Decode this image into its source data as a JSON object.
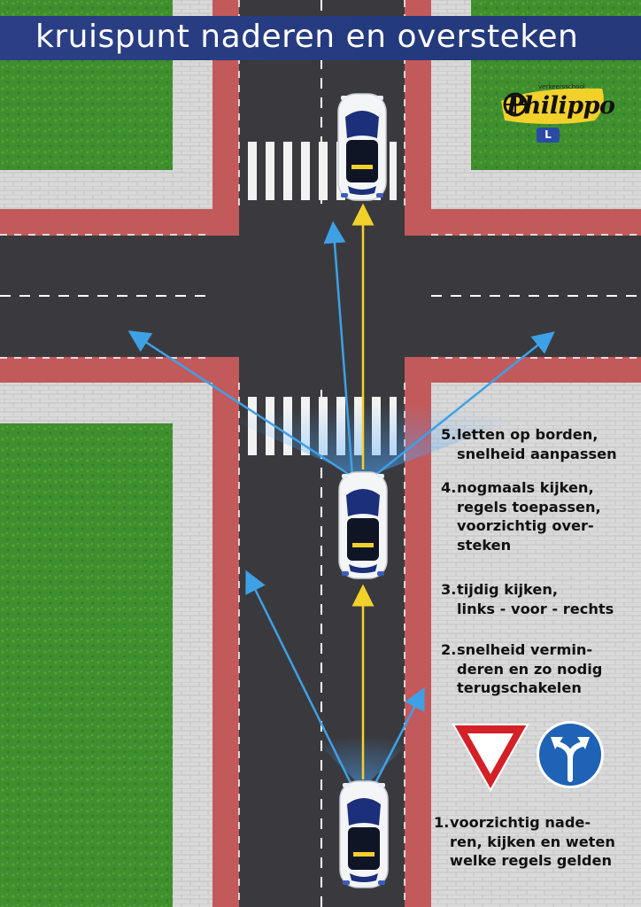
{
  "title": "kruispunt naderen en oversteken",
  "logo": {
    "name": "Philippo",
    "tagline": "verkeersschool",
    "badge_letter": "L"
  },
  "steps": [
    {
      "number": "5.",
      "lines": [
        "letten op borden,",
        "snelheid aanpassen"
      ]
    },
    {
      "number": "4.",
      "lines": [
        "nogmaals kijken,",
        "regels toepassen,",
        "voorzichtig over-",
        "steken"
      ]
    },
    {
      "number": "3.",
      "lines": [
        "tijdig kijken,",
        "links - voor - rechts"
      ]
    },
    {
      "number": "2.",
      "lines": [
        "snelheid vermin-",
        "deren en zo nodig",
        "terugschakelen"
      ]
    },
    {
      "number": "1.",
      "lines": [
        "voorzichtig nade-",
        "ren, kijken en weten",
        "welke regels gelden"
      ]
    }
  ],
  "signs": [
    {
      "icon": "yield-sign-icon",
      "meaning": "voorrang verlenen"
    },
    {
      "icon": "left-or-right-arrow-sign-icon",
      "meaning": "links of rechts"
    }
  ],
  "colors": {
    "title_band": "#2c3f86",
    "road": "#3a3a3e",
    "bike_lane": "#c25a5c",
    "sidewalk": "#d8d8d8",
    "grass": "#3f8f2e",
    "blue_arrow": "#3ea1e6",
    "yellow_arrow": "#f3d12b",
    "sign_red": "#d42027",
    "sign_blue": "#1e63b5"
  }
}
